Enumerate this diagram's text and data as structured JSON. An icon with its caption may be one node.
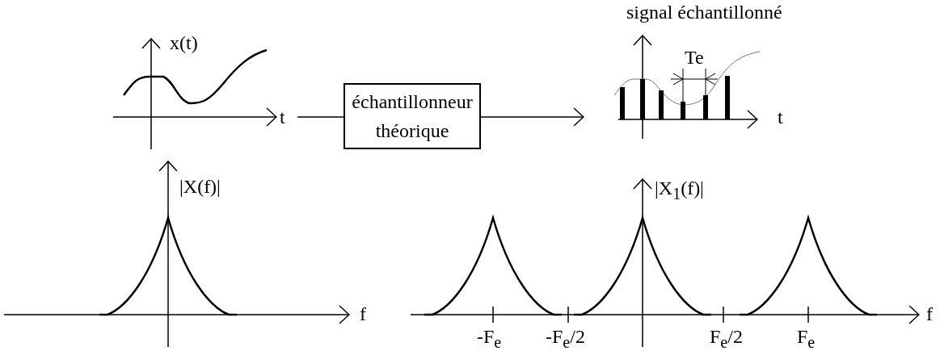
{
  "diagram": {
    "nodes": [
      {
        "text": [],
        "shape": "picture"
      },
      {
        "text": [
          "échantillonneur théorique"
        ]
      },
      {
        "text": [
          "signal échantillonné"
        ]
      }
    ],
    "edges": [
      {
        "from": 0,
        "to": 1,
        "arrow": "none"
      },
      {
        "from": 1,
        "to": 2,
        "arrow": "to"
      }
    ],
    "labels": [
      "x(t)",
      "t",
      "Te",
      "t",
      "|X(f)|",
      "|X$_{1}$(f)|",
      "f",
      "-F$_{e}$",
      "-F$_{e}$/2",
      "F$_{e}$/2",
      "F$_{e}$",
      "f"
    ]
  }
}
